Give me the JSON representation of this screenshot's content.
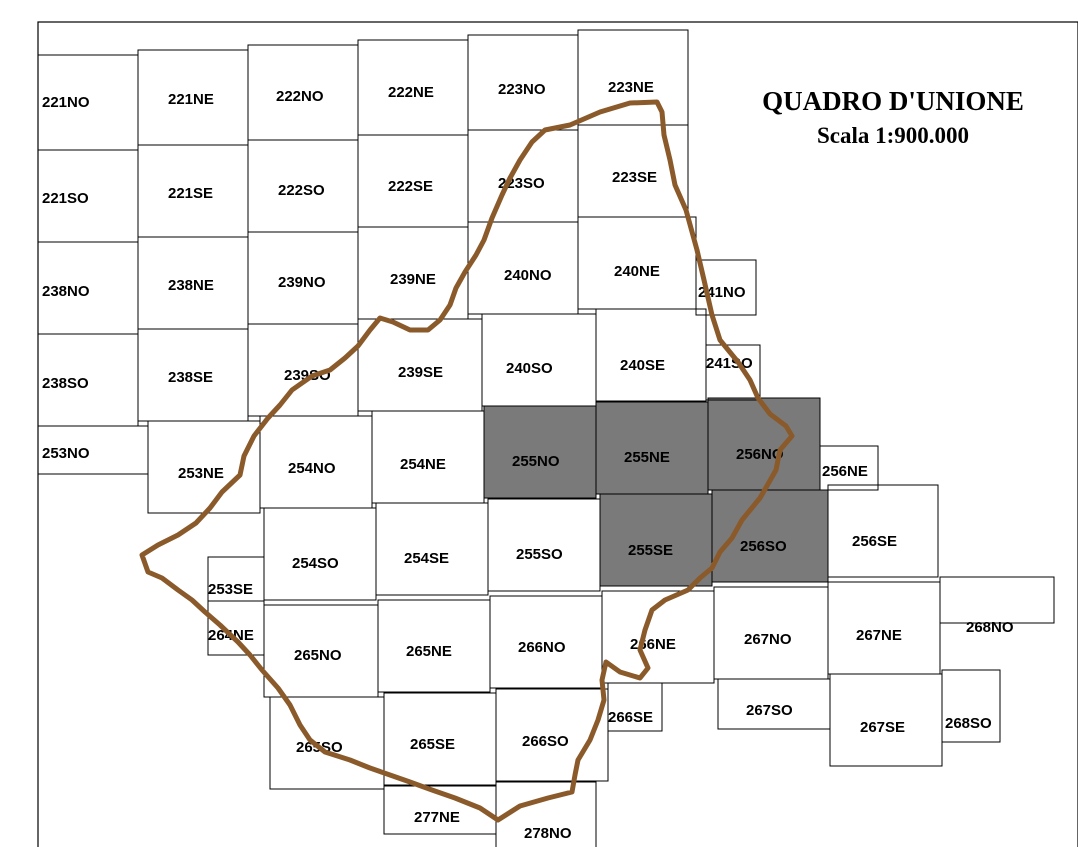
{
  "title": {
    "line1": "QUADRO D'UNIONE",
    "line2": "Scala 1:900.000"
  },
  "colors": {
    "boundary": "#8b5a2b",
    "highlight": "#7a7a7a",
    "grid": "#000000"
  },
  "highlighted_tiles": [
    "255NO",
    "255NE",
    "256NO",
    "255SE",
    "256SO"
  ],
  "tiles": [
    "221NO",
    "221NE",
    "222NO",
    "222NE",
    "223NO",
    "223NE",
    "221SO",
    "221SE",
    "222SO",
    "222SE",
    "223SO",
    "223SE",
    "238NO",
    "238NE",
    "239NO",
    "239NE",
    "240NO",
    "240NE",
    "241NO",
    "238SO",
    "238SE",
    "239SO",
    "239SE",
    "240SO",
    "240SE",
    "241SO",
    "253NO",
    "253NE",
    "254NO",
    "254NE",
    "255NO",
    "255NE",
    "256NO",
    "256NE",
    "253SE",
    "254SO",
    "254SE",
    "255SO",
    "255SE",
    "256SO",
    "256SE",
    "264NE",
    "265NO",
    "265NE",
    "266NO",
    "266NE",
    "267NO",
    "267NE",
    "268NO",
    "265SO",
    "265SE",
    "266SO",
    "266SE",
    "267SO",
    "267SE",
    "268SO",
    "277NE",
    "278NO"
  ]
}
